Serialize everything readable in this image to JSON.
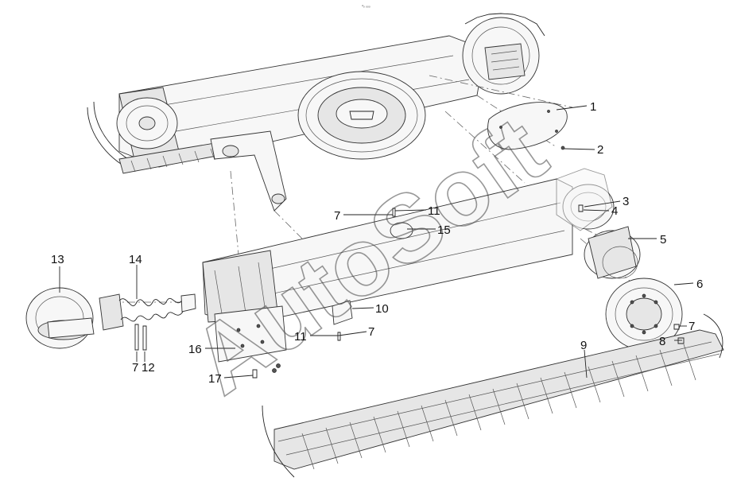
{
  "top_mark": "ᵊₒ ₒₒₒ",
  "watermark": "AutoSoft",
  "callouts": {
    "c1": "1",
    "c2": "2",
    "c3": "3",
    "c4": "4",
    "c5": "5",
    "c6": "6",
    "c7a": "7",
    "c7b": "7",
    "c7c": "7",
    "c7d": "7",
    "c8": "8",
    "c9": "9",
    "c10": "10",
    "c11a": "11",
    "c11b": "11",
    "c12": "12",
    "c13": "13",
    "c14": "14",
    "c15": "15",
    "c16": "16",
    "c17": "17"
  }
}
